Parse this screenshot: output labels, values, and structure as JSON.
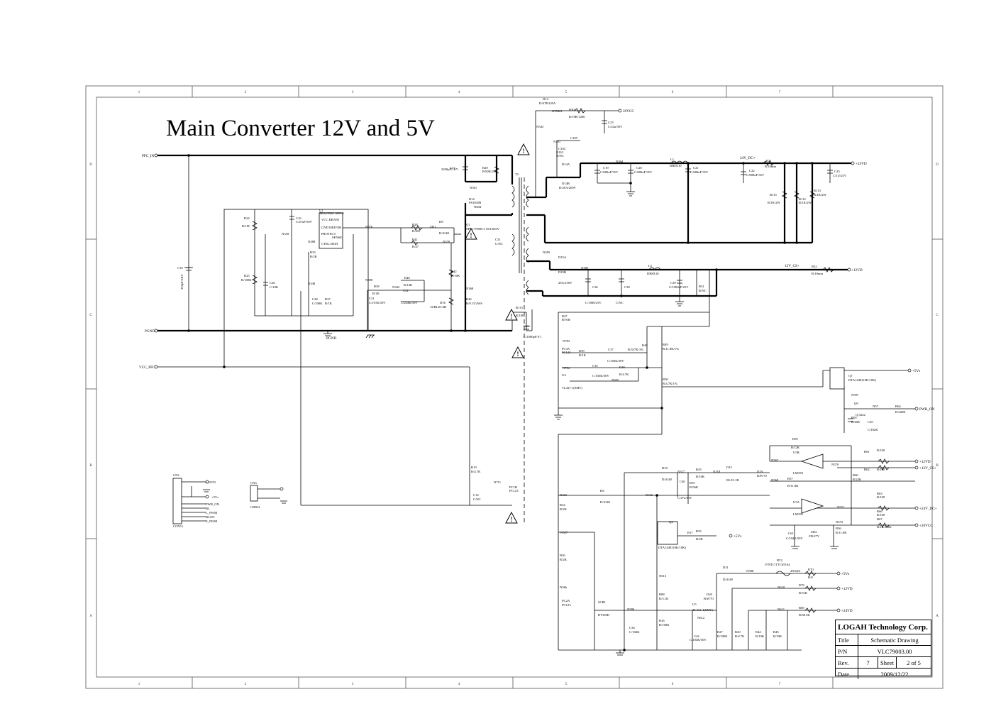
{
  "title": "Main Converter 12V and 5V",
  "border": {
    "cols": [
      "1",
      "2",
      "3",
      "4",
      "5",
      "6",
      "7"
    ],
    "rows": [
      "D",
      "C",
      "B",
      "A"
    ]
  },
  "title_block": {
    "company": "LOGAH Technology Corp.",
    "title_label": "Title",
    "title_value": "Schematic Drawing",
    "pn_label": "P/N",
    "pn_value": "VLC79003.00",
    "rev_label": "Rev.",
    "rev_value": "7",
    "sheet_label": "Sheet",
    "sheet_value": "2  of  5",
    "date_label": "Date",
    "date_value": "2009/12/22"
  },
  "nets": {
    "pfc_in": "PFC_IN",
    "pgnd": "PGND",
    "vcc_pfc": "VCC_PFC",
    "v20vcc": "20VCC",
    "v24vd": "+24VD",
    "v12vd": "+12VD",
    "v5vs": "+5Vs",
    "pwr_on": "PWR_ON",
    "v24_dc": "24V_DC+",
    "v12_cs": "12V_CS+",
    "n20vcc_b": "+20VCC",
    "n24vdc": "+24V_DC+",
    "n12vcs": "+12V_CS+"
  },
  "parts": {
    "u1": "U1",
    "u1_desc": "TEA1532C SOP-8",
    "u1_p1": "VCC DRAIN",
    "u1_p2": "GND DRIVER",
    "u1_p3": "PROTECT",
    "u1_p3b": "SENSE",
    "u1_p4": "CTRL  DEM",
    "c10": "C10",
    "c10_v": "220pF/1KV",
    "c16": "C16",
    "c16_v": "C/47uF/50V",
    "r24": "R24",
    "r24_v": "R/1M",
    "r25": "R25",
    "r25_v": "R/100K",
    "c26": "C26",
    "c26_v": "C/10K",
    "r33": "R33",
    "r33_v": "R/2K",
    "c28": "C28",
    "c28_v": "C/100K",
    "r37": "R37",
    "r37_v": "R/1K",
    "n318": "N318",
    "n388": "N388",
    "n576": "N576",
    "n348": "N348",
    "n398": "N398",
    "r28": "R28",
    "r28_v": "R/301",
    "d8": "D8",
    "d8_v": "D/4148",
    "zd1": "ZD1",
    "r41": "R41",
    "r41_v": "R/47",
    "n570": "N570",
    "q1": "Q1",
    "q1_v": "SPP 17N80C3 10A/650V",
    "c17": "C17",
    "c17_v": "2200pF/1KV",
    "r29": "R29",
    "r29_v": "R/82K/2W",
    "d12": "D12",
    "d12_v": "PS1010R",
    "n561": "N561",
    "n604": "N604",
    "n368": "N368",
    "t2": "T2",
    "r42": "R42",
    "r42_v": "R/10K",
    "r46": "R46",
    "r46_v": "R/0.15/2WS",
    "d16": "D16",
    "d16_v": "D/RLZ5.6B",
    "r38": "R38",
    "r38_v": "R/1K",
    "r40": "R40",
    "r40_v": "R/12K",
    "c32": "C32",
    "c32_v": "C/224K/50V",
    "c31": "C31",
    "c31_v": "C/101K/50V",
    "n343": "N343",
    "c51": "C51",
    "c51_v": "C/NC",
    "d13": "D13",
    "d13_v": "D/STR120A",
    "n543": "N543",
    "r30": "R30",
    "r30_v": "R/10R/1206",
    "c23": "C23",
    "c23_v": "C/22u/50V",
    "c105": "C105",
    "n101": "N101",
    "r110": "R110",
    "r110_v": "R/NC",
    "c33": "C33C",
    "d14a": "D14A",
    "d14b": "D14B",
    "d14_v": "D/20A/200V",
    "c19": "C19",
    "c19_v": "C/680uF/35V",
    "c20": "C20",
    "c20_v": "C/680uF/35V",
    "n364": "N364",
    "l1": "L1",
    "l1_v": "DR8X10",
    "c21": "C21",
    "c21_v": "C/680uF/35V",
    "c22": "C22",
    "c22_v": "C/680uF/35V",
    "r31": "R31",
    "r31_v": "R/10mm",
    "c25": "C25",
    "c25_v": "C/1U/25V",
    "r115": "R115",
    "r115_v": "R/1K/2W",
    "r112": "R112",
    "r112_v": "R/1K/2W",
    "r113": "R113",
    "r113_v": "R/1K/2W",
    "d15a": "D15A",
    "d15b": "D15B",
    "d15_v": "20A/150V",
    "n585": "N585",
    "n386": "N386",
    "l5": "L5",
    "l5_v": "DR8X10",
    "c36": "C36",
    "c36_v": "C/1000/25V",
    "c38": "C38",
    "c38_v": "C/NC",
    "c39": "C39",
    "c39_v": "C/1000uF/25V",
    "r51": "R51",
    "r51_v": "R/NC",
    "r32": "R32",
    "r32_v": "R/10mm",
    "r113b": "R113",
    "r113b_v": "R/1M",
    "cy4": "CY4",
    "cy4_v": "C/1000pF/Y1",
    "r47": "R47",
    "r47_v": "R/91R",
    "n783": "N783",
    "pc3a": "PC3A",
    "pc3a_v": "PC123",
    "r39": "R39",
    "r39_v": "R/1K",
    "c37": "C37",
    "c37_v": "C/103K/50V",
    "r48": "R48",
    "r48_v": "R/357K/1%",
    "r49": "R49",
    "r49_v": "R/11.8K/1%",
    "n784": "N784",
    "c35": "C35",
    "c35_v": "C/103K/50V",
    "r18": "R18",
    "r18_v": "R/4.7K",
    "n505": "N505",
    "u4": "U4",
    "u4_v": "TL431-1(SMT)",
    "r50": "R50",
    "r50_v": "R/4.7K/1%",
    "q7": "Q7",
    "q7_v": "DTA144E(10K/10K)",
    "n597": "N597",
    "q9": "Q9",
    "q9_v": "Q/3222",
    "n57": "N57",
    "r64": "R64",
    "r64_v": "R/220K",
    "r65": "R65",
    "r65_v": "R/20K",
    "c29": "C29",
    "c29_v": "C/182K",
    "r59": "R59",
    "r59_v": "R/12K",
    "u5b": "U5B",
    "u5b_v": "LM358",
    "u5a": "U5A",
    "u5a_v": "LM358",
    "n567": "N567",
    "n568": "N568",
    "n571": "N571",
    "n572": "N572",
    "n570b": "N570",
    "r61": "R61",
    "r61_v": "R/100",
    "r62": "R62",
    "r62_v": "R/100",
    "r60": "R60",
    "r60_v": "R/22K",
    "r57": "R57",
    "r57_v": "R/11.8K",
    "r63": "R63",
    "r63_v": "R/100",
    "r66": "R66",
    "r66_v": "R/100",
    "r67": "R67",
    "r67_v": "R/1K/1206",
    "r56": "R56",
    "r56_v": "R/11.8K",
    "c61": "C61",
    "c61_v": "C/104K/50V",
    "zd2": "ZD2",
    "zd2_v": "ZD/27V",
    "d10": "D10",
    "d10_v": "D/4148",
    "r43": "R43",
    "r43_v": "R/10K",
    "r55": "R55",
    "r55_v": "R/56K",
    "c40": "C40",
    "c40_v": "C/47u/50V",
    "n317": "N317",
    "n318b": "N318",
    "d15": "D15",
    "d15b_v": "RLZ5.1B",
    "d19": "D19",
    "d19_v": "BAV70",
    "cn2": "CN2",
    "cn2_v": "CON11",
    "cn2_pins": [
      "+12VD",
      "+5Vs",
      "PWR_ON",
      "BL",
      "L_PWM",
      "BLON",
      "E_PWM"
    ],
    "cn3": "CN3",
    "cn3_v": "CR004",
    "r19": "R19",
    "r19_v": "R/4.7K",
    "n711": "N711",
    "pc1b": "PC1B",
    "pc1b_v": "PC123",
    "c14": "C14",
    "c14_v": "C/NC",
    "n315": "N315",
    "n316": "N316",
    "d6": "D6",
    "d6_v": "D/4148",
    "r34": "R34",
    "r34_v": "R/2K",
    "q4": "Q4",
    "q4_v": "DTA144E(10K/10K)",
    "r17": "R17",
    "r35": "R35",
    "r35_v": "R/2K",
    "n557": "N557",
    "r36": "R36",
    "r36_v": "R/2K",
    "n56k": "N56k",
    "pc2a": "PC2A",
    "pc2a_v": "PC123",
    "scr1": "SCR1",
    "scr1_v": "BT169D",
    "n586": "N586",
    "c34": "C34",
    "c34_v": "C/104K",
    "n613": "N613",
    "r88": "R88",
    "r88_v": "R/5.1K",
    "r26": "R26",
    "r26_v": "R/100K",
    "d11": "D11",
    "d11_v": "D/4148",
    "rt2": "RT2",
    "rt2_v": "P/NTC/TTC05104",
    "n588": "N588",
    "r70": "R70",
    "r70_v": "R/0",
    "n610": "N610",
    "r78": "R78",
    "r78_v": "R/51K",
    "n611": "N611",
    "r69": "R69",
    "r69_v": "R/68.5K",
    "d20": "D20",
    "d20_v": "BAV70",
    "u5": "U5",
    "u5_v": "TL431-1(SMT)",
    "n612": "N612",
    "c42": "C42",
    "c42_v": "C/104K/50V",
    "r27": "R27",
    "r27_v": "R/100K",
    "r20": "R20",
    "r20_v": "R/4.7K",
    "r44": "R44",
    "r44_v": "R/10K",
    "r45": "R45",
    "r45_v": "R/10K",
    "nsp": "2N5401"
  }
}
